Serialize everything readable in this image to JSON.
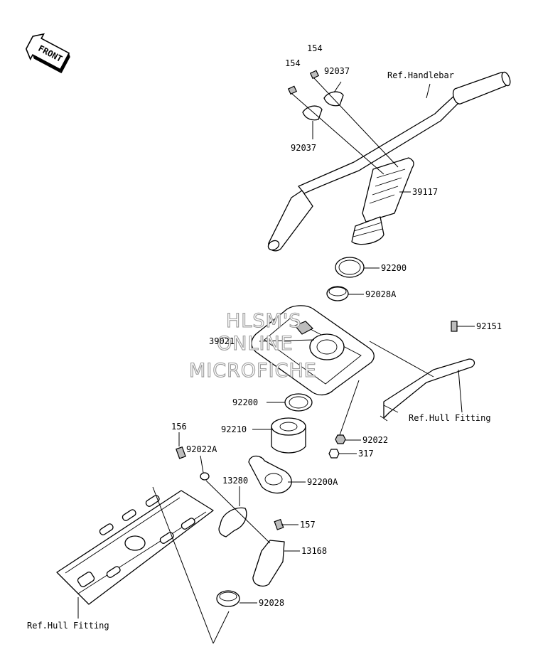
{
  "front_badge": "FRONT",
  "watermark": [
    "HLSM'S",
    "ONLINE",
    "MICROFICHE"
  ],
  "ref_labels": {
    "handlebar": "Ref.Handlebar",
    "hull_fitting_right": "Ref.Hull Fitting",
    "hull_fitting_left": "Ref.Hull Fitting"
  },
  "parts": [
    {
      "id": "154a",
      "number": "154"
    },
    {
      "id": "154b",
      "number": "154"
    },
    {
      "id": "92037a",
      "number": "92037"
    },
    {
      "id": "92037b",
      "number": "92037"
    },
    {
      "id": "39117",
      "number": "39117"
    },
    {
      "id": "92200a",
      "number": "92200"
    },
    {
      "id": "92028A",
      "number": "92028A"
    },
    {
      "id": "39021",
      "number": "39021"
    },
    {
      "id": "92151",
      "number": "92151"
    },
    {
      "id": "92200b",
      "number": "92200"
    },
    {
      "id": "92210",
      "number": "92210"
    },
    {
      "id": "92022",
      "number": "92022"
    },
    {
      "id": "317",
      "number": "317"
    },
    {
      "id": "156",
      "number": "156"
    },
    {
      "id": "92022A",
      "number": "92022A"
    },
    {
      "id": "92200A",
      "number": "92200A"
    },
    {
      "id": "13280",
      "number": "13280"
    },
    {
      "id": "157",
      "number": "157"
    },
    {
      "id": "13168",
      "number": "13168"
    },
    {
      "id": "92028",
      "number": "92028"
    }
  ]
}
